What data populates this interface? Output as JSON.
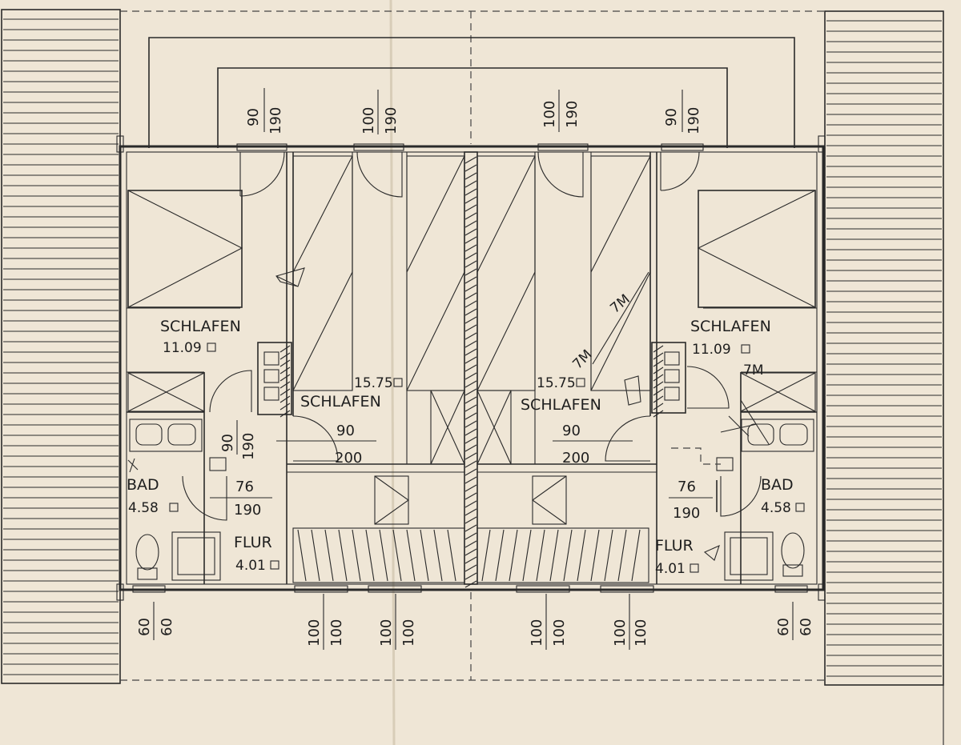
{
  "rooms": {
    "left": {
      "schlafen_main": {
        "name": "SCHLAFEN",
        "area": "11.09"
      },
      "schlafen_kind": {
        "name": "SCHLAFEN",
        "area": "15.75"
      },
      "bad": {
        "name": "BAD",
        "area": "4.58"
      },
      "flur": {
        "name": "FLUR",
        "area": "4.01"
      }
    },
    "right": {
      "schlafen_main": {
        "name": "SCHLAFEN",
        "area": "11.09"
      },
      "schlafen_kind": {
        "name": "SCHLAFEN",
        "area": "15.75"
      },
      "bad": {
        "name": "BAD",
        "area": "4.58"
      },
      "flur": {
        "name": "FLUR",
        "area": "4.01"
      }
    }
  },
  "dimensions": {
    "top": [
      {
        "w": "90",
        "h": "190"
      },
      {
        "w": "100",
        "h": "190"
      },
      {
        "w": "100",
        "h": "190"
      },
      {
        "w": "90",
        "h": "190"
      }
    ],
    "bottom": [
      {
        "a": "60",
        "b": "60"
      },
      {
        "a": "100",
        "b": "100"
      },
      {
        "a": "100",
        "b": "100"
      },
      {
        "a": "100",
        "b": "100"
      },
      {
        "a": "100",
        "b": "100"
      },
      {
        "a": "60",
        "b": "60"
      }
    ],
    "inner": {
      "bad_door_left": {
        "w": "90",
        "h": "190"
      },
      "schlafen_door_left": {
        "w": "90",
        "h": "200"
      },
      "flur_door_left": {
        "w": "76",
        "h": "190"
      },
      "schlafen_door_right": {
        "w": "90",
        "h": "200"
      },
      "flur_door_right": {
        "w": "76",
        "h": "190"
      }
    }
  },
  "annotations": {
    "pencil_1": "7M",
    "pencil_2": "7M",
    "pencil_3": "7M"
  }
}
